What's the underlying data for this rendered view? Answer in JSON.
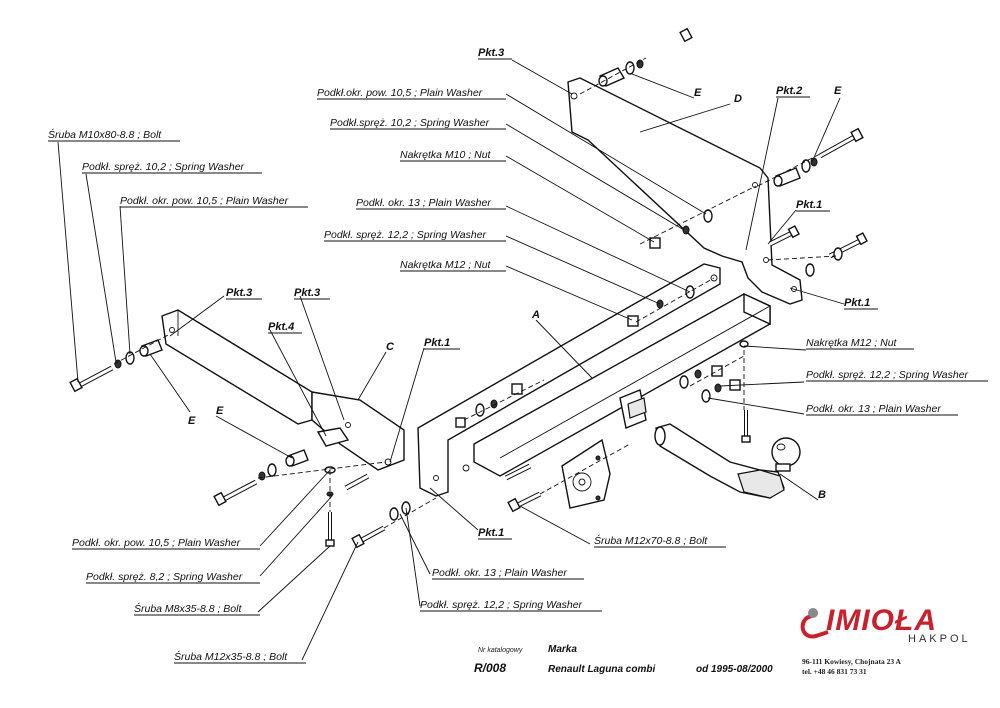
{
  "labels": {
    "pkt3_top": "Pkt.3",
    "e_top": "E",
    "d_top": "D",
    "pkt2": "Pkt.2",
    "e_right": "E",
    "plain_washer_10_5_top": "Podkł.okr. pow. 10,5 ; Plain Washer",
    "spring_washer_10_2_top": "Podkł.spręż. 10,2 ; Spring Washer",
    "nut_m10": "Nakrętka  M10 ; Nut",
    "plain_washer_13_top": "Podkł. okr. 13 ; Plain Washer",
    "spring_washer_12_2_top": "Podkł. spręż. 12,2 ; Spring Washer",
    "nut_m12_top": "Nakrętka  M12 ; Nut",
    "pkt1_right_a": "Pkt.1",
    "pkt1_right_b": "Pkt.1",
    "bolt_m10x80": "Śruba M10x80-8.8 ;  Bolt",
    "spring_washer_10_2_left": "Podkł. spręż. 10,2 ; Spring Washer",
    "plain_washer_10_5_left": "Podkł. okr. pow. 10,5 ; Plain Washer",
    "pkt3_left": "Pkt.3",
    "pkt3_mid": "Pkt.3",
    "pkt4": "Pkt.4",
    "c_label": "C",
    "pkt1_mid": "Pkt.1",
    "a_label": "A",
    "e_left": "E",
    "e_left2": "E",
    "nut_m12_right": "Nakrętka  M12 ; Nut",
    "spring_washer_12_2_right": "Podkł. spręż. 12,2 ; Spring Washer",
    "plain_washer_13_right": "Podkł. okr. 13 ; Plain Washer",
    "b_label": "B",
    "pkt1_bottom": "Pkt.1",
    "bolt_m12x70": "Śruba M12x70-8.8 ;  Bolt",
    "plain_washer_10_5_bottom": "Podkł. okr. pow. 10,5 ; Plain Washer",
    "spring_washer_8_2": "Podkł. spręż. 8,2 ; Spring Washer",
    "bolt_m8x35": "Śruba M8x35-8.8 ;  Bolt",
    "bolt_m12x35": "Śruba M12x35-8.8 ;  Bolt",
    "plain_washer_13_bottom": "Podkł. okr. 13 ; Plain Washer",
    "spring_washer_12_2_bottom": "Podkł. spręż. 12,2 ; Spring Washer"
  },
  "title_block": {
    "catalog_label": "Nr katalogowy",
    "catalog_number": "R/008",
    "make_label": "Marka",
    "make_value": "Renault Laguna combi",
    "years": "od 1995-08/2000"
  },
  "brand": {
    "name": "IMIOŁA",
    "sub": "HAKPOL",
    "address": "96-111 Kowiesy, Chojnata 23 A",
    "phone": "tel. +48 46 831 73 31",
    "color": "#c8202c"
  }
}
